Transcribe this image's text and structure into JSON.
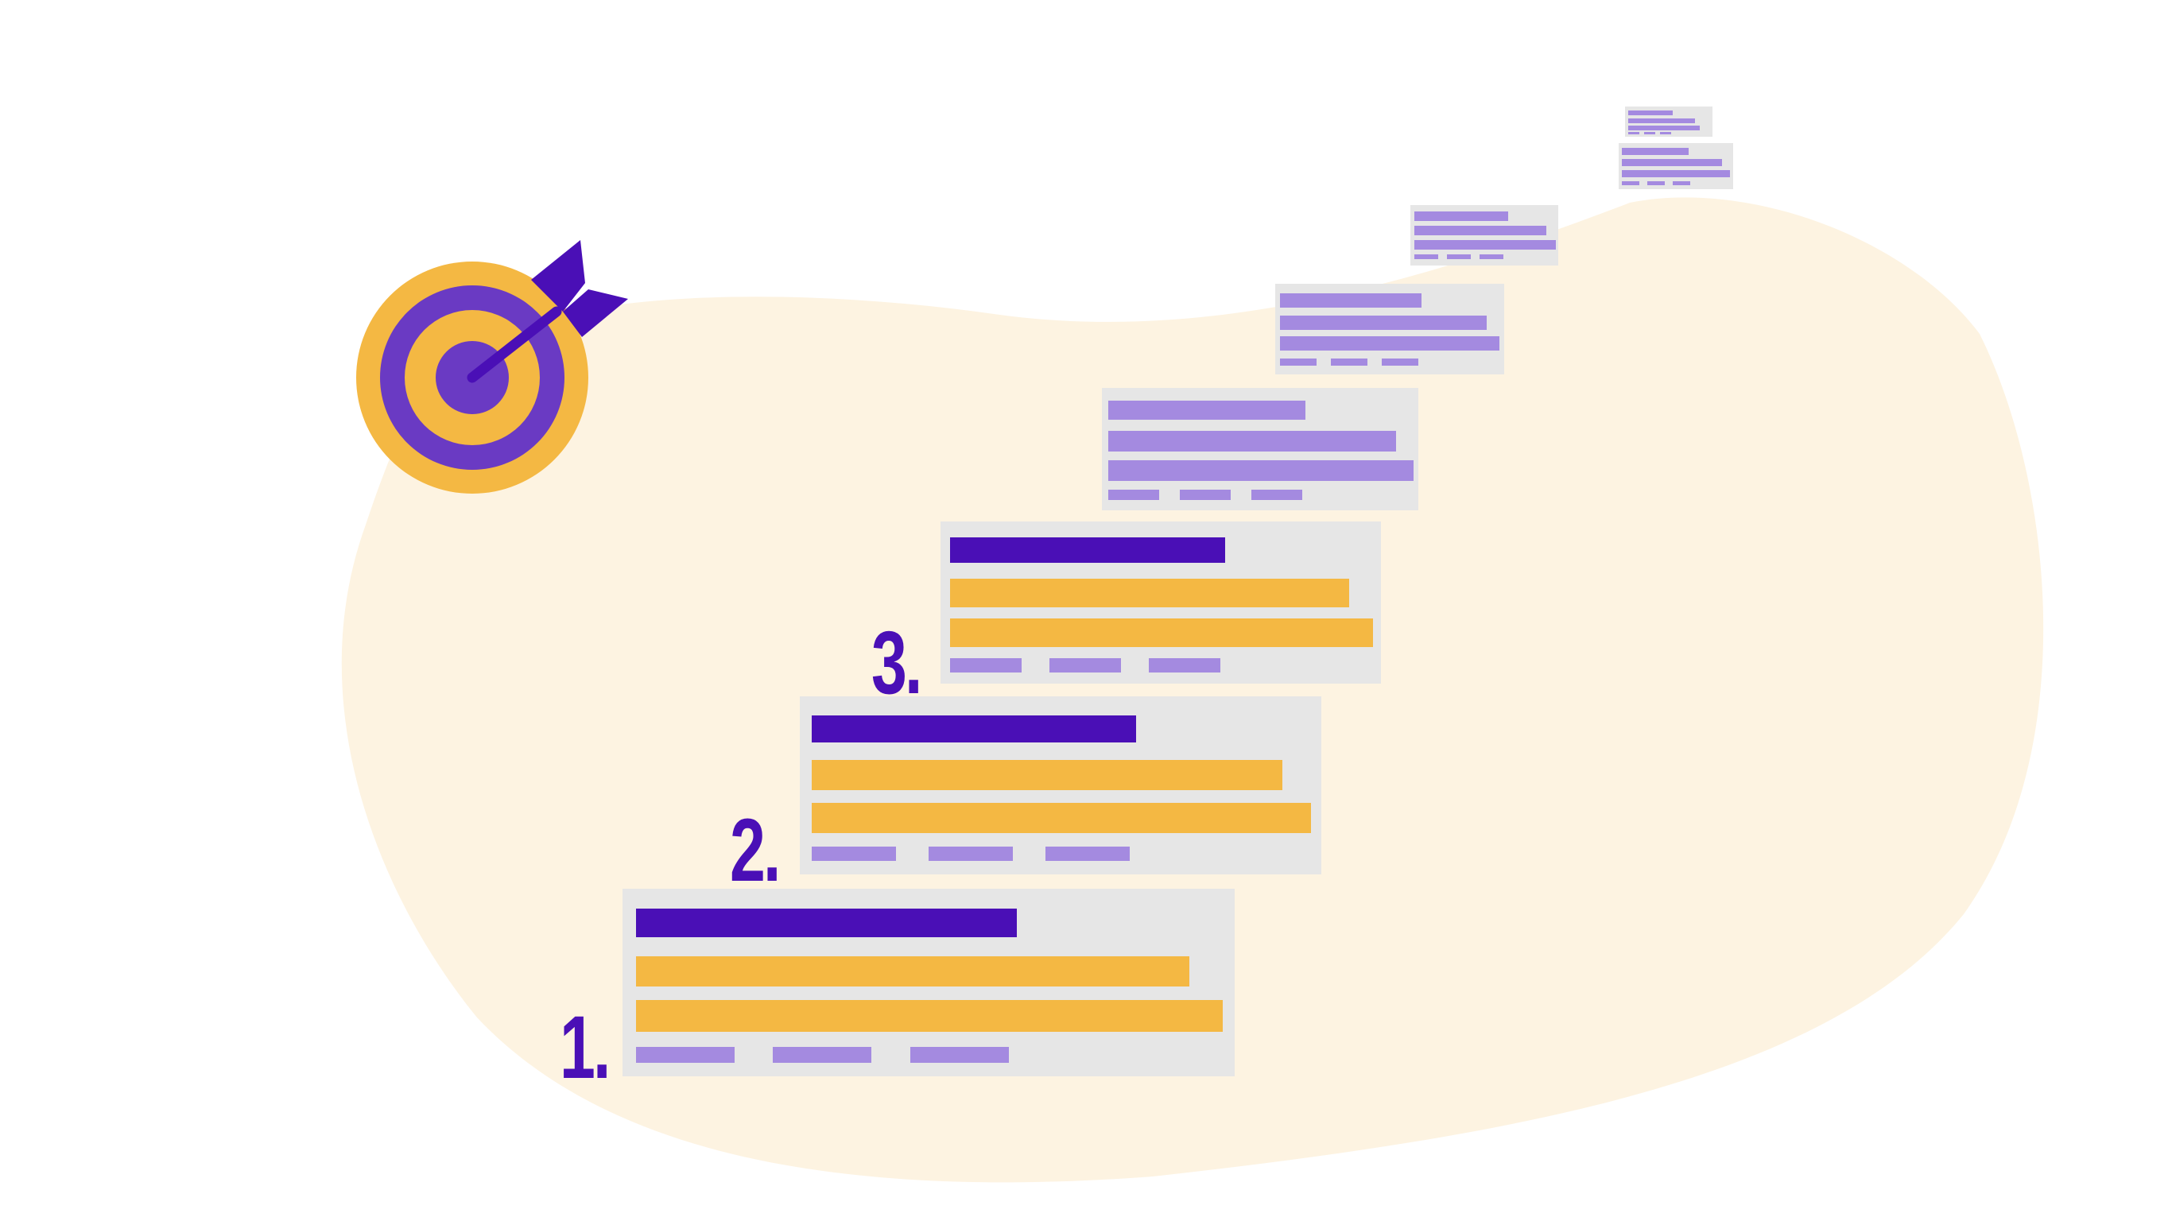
{
  "colors": {
    "blob": "#fdf3e1",
    "card": "#e6e6e6",
    "title_bar": "#4a0fb6",
    "content_bar": "#f4b843",
    "meta_bar": "#a48ae0",
    "faded_bar": "#a48ae0",
    "rank_number": "#4a0fb6",
    "target_outer": "#f4b843",
    "target_middle": "#6a3ac3",
    "dart": "#4a0fb6"
  },
  "ranks": [
    "1.",
    "2.",
    "3."
  ],
  "icons": {
    "target": "target-icon",
    "dart": "dart-icon"
  }
}
